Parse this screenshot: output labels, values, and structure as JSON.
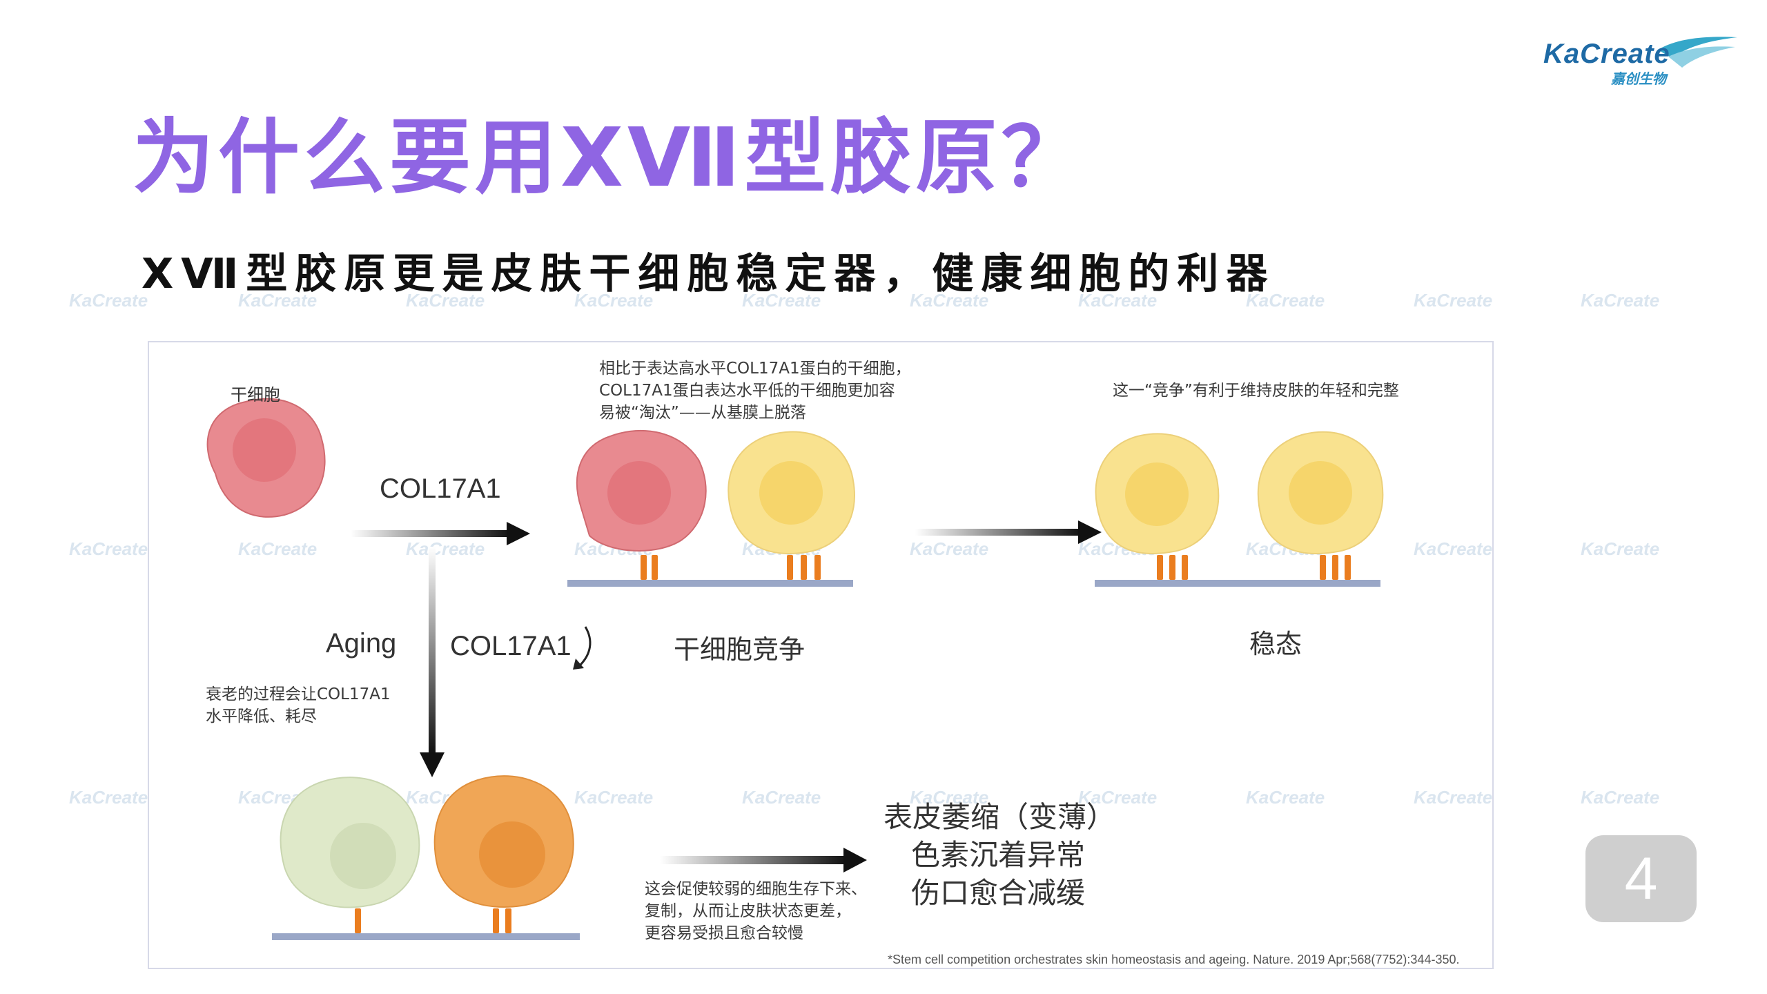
{
  "brand": {
    "name": "KaCreate",
    "sub": "嘉创生物",
    "logo_color": "#1e6aa5",
    "swoosh_color": "#35a7c9"
  },
  "title": "为什么要用ⅩⅦ型胶原？",
  "subtitle": "ⅩⅦ型胶原更是皮肤干细胞稳定器，健康细胞的利器",
  "diagram": {
    "stem_cell_label": "干细胞",
    "arrow_col_label": "COL17A1",
    "competition_note": [
      "相比于表达高水平COL17A1蛋白的干细胞，",
      "COL17A1蛋白表达水平低的干细胞更加容",
      "易被“淘汰”——从基膜上脱落"
    ],
    "homeostasis_note": "这一“竞争”有利于维持皮肤的年轻和完整",
    "competition_label": "干细胞竞争",
    "steady_label": "稳态",
    "aging_label": "Aging",
    "col_down_label": "COL17A1",
    "aging_note": [
      "衰老的过程会让COL17A1",
      "水平降低、耗尽"
    ],
    "weak_cell_note": [
      "这会促使较弱的细胞生存下来、",
      "复制，从而让皮肤状态更差，",
      "更容易受损且愈合较慢"
    ],
    "effects": [
      "表皮萎缩（变薄）",
      "色素沉着异常",
      "伤口愈合减缓"
    ],
    "citation": "*Stem cell competition orchestrates skin homeostasis and ageing. Nature. 2019 Apr;568(7752):344-350.",
    "colors": {
      "red_cell": "#e88a90",
      "red_nucleus": "#e17178",
      "yellow_cell": "#f9e28f",
      "yellow_nucleus": "#f5d261",
      "green_cell": "#dfe9c9",
      "green_nucleus": "#cfdcb6",
      "orange_cell": "#f0a656",
      "orange_nucleus": "#e8913a",
      "anchor": "#ea7d1f",
      "membrane": "#9aa7c7"
    }
  },
  "watermark": "KaCreate",
  "page_number": "4"
}
